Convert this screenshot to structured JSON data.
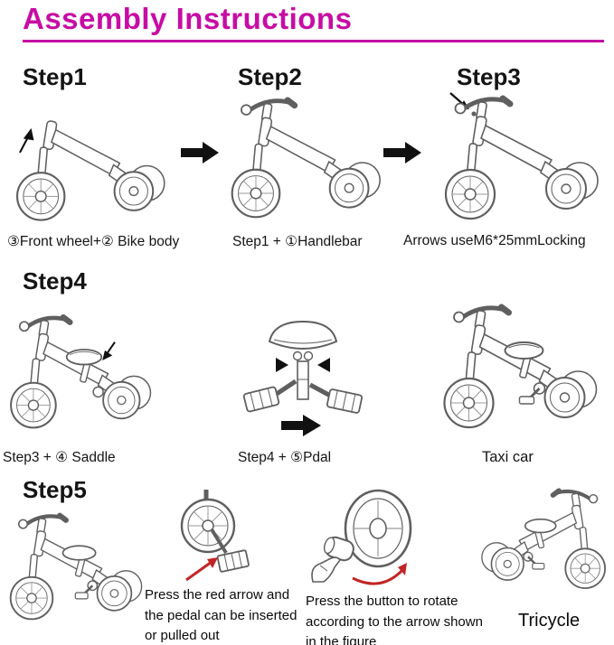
{
  "page": {
    "title": "Assembly Instructions"
  },
  "colors": {
    "accent": "#c60da4",
    "drawing_line": "#5f5f5f",
    "red_arrow": "#c22525",
    "annotation_black": "#111111"
  },
  "row1": {
    "steps": [
      {
        "heading": "Step1",
        "caption": "③Front wheel+② Bike body",
        "illustration": "bike-body-with-front-wheel"
      },
      {
        "heading": "Step2",
        "caption": "Step1 + ①Handlebar",
        "illustration": "bike-with-handlebar"
      },
      {
        "heading": "Step3",
        "caption": "Arrows useM6*25mmLocking",
        "illustration": "bike-with-locking-screws"
      }
    ]
  },
  "step4": {
    "heading": "Step4",
    "items": [
      {
        "caption": "Step3 + ④ Saddle",
        "illustration": "bike-with-saddle"
      },
      {
        "caption": "Step4 + ⑤Pdal",
        "illustration": "pedal-assembly"
      },
      {
        "caption": "Taxi car",
        "illustration": "assembled-balance-bike"
      }
    ]
  },
  "step5": {
    "heading": "Step5",
    "items": [
      {
        "caption": "",
        "illustration": "tricycle-in-progress"
      },
      {
        "caption": "Press the red arrow and the pedal can be inserted or pulled out",
        "illustration": "pedal-insertion-detail"
      },
      {
        "caption": "Press the button to rotate according to the arrow shown in the figure",
        "illustration": "wheel-button-detail"
      },
      {
        "caption": "Tricycle",
        "illustration": "assembled-tricycle"
      }
    ]
  }
}
